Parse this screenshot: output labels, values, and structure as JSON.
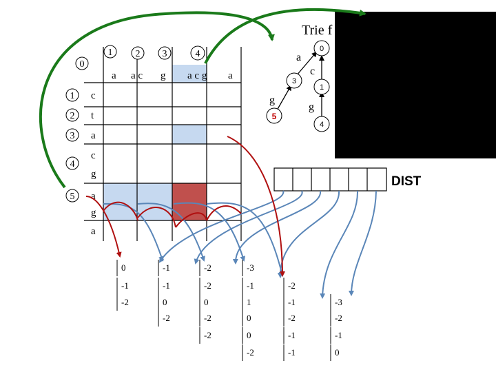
{
  "title": "Trie f",
  "dist_label": "DIST",
  "trie": {
    "nodes": [
      {
        "id": "0",
        "color": "#000000"
      },
      {
        "id": "1",
        "color": "#000000"
      },
      {
        "id": "3",
        "color": "#000000"
      },
      {
        "id": "4",
        "color": "#000000"
      },
      {
        "id": "5",
        "color": "#c00000"
      }
    ],
    "edge_labels": [
      "a",
      "c",
      "g",
      "g"
    ]
  },
  "matrix": {
    "column_numbers": [
      "0",
      "1",
      "2",
      "3",
      "4"
    ],
    "column_headers": [
      "a",
      "a c",
      "g",
      "a c g",
      "a"
    ],
    "row_numbers": [
      "1",
      "2",
      "3",
      "4",
      "5"
    ],
    "row_letters": [
      "c",
      "t",
      "a",
      "c",
      "g",
      "a",
      "g",
      "a"
    ]
  },
  "result_table": {
    "rows": [
      [
        "0",
        "-1",
        "-2",
        "-3",
        "",
        ""
      ],
      [
        "-1",
        "-1",
        "-2",
        "-1",
        "-2",
        ""
      ],
      [
        "-2",
        "0",
        "0",
        "1",
        "-1",
        "-3"
      ],
      [
        "",
        "-2",
        "-2",
        "0",
        "-2",
        "-2"
      ],
      [
        "",
        "",
        "-2",
        "0",
        "-1",
        "-1"
      ],
      [
        "",
        "",
        "",
        "-2",
        "-1",
        "0"
      ]
    ]
  },
  "colors": {
    "green_arrow": "#1a7a1a",
    "red_arrow": "#b01010",
    "blue_arrow": "#5a86b8",
    "light_blue_fill": "#c6d9f0",
    "red_fill": "#c0504d",
    "dark_red_text": "#c00000"
  }
}
